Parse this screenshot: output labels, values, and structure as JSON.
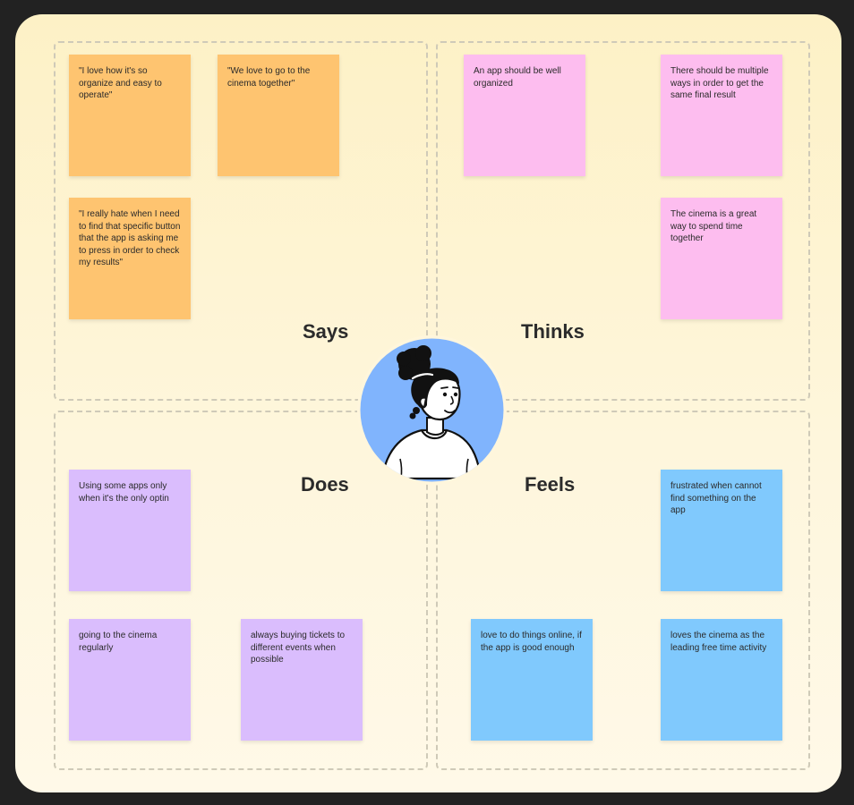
{
  "colors": {
    "board_background": "#fdf1c6",
    "says_note": "#fec470",
    "thinks_note": "#fdbdef",
    "does_note": "#dabdfd",
    "feels_note": "#80c9fd",
    "avatar_circle": "#80b4fd"
  },
  "quadrants": {
    "says": {
      "label": "Says",
      "notes": [
        "\"I love how it's so organize and easy to operate\"",
        "\"We love to go to the cinema together\"",
        "\"I really hate when I need to find that specific button that the app is asking me to press in order to check my results\""
      ]
    },
    "thinks": {
      "label": "Thinks",
      "notes": [
        "An app should be well organized",
        "There should be multiple ways in order to get the same final result",
        "The cinema is a great way to spend time together"
      ]
    },
    "does": {
      "label": "Does",
      "notes": [
        "Using some apps only when it's the only optin",
        "going to the cinema regularly",
        "always buying tickets to different events when possible"
      ]
    },
    "feels": {
      "label": "Feels",
      "notes": [
        "frustrated when cannot find something on the app",
        "love to do things online, if the app is good enough",
        "loves the cinema as the leading free time activity"
      ]
    }
  },
  "avatar": {
    "icon": "user-avatar-icon"
  }
}
